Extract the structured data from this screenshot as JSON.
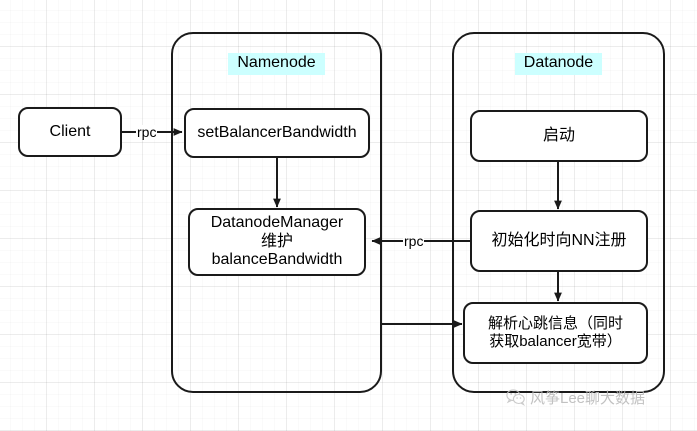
{
  "diagram": {
    "title": "HDFS setBalancerBandwidth flow",
    "colors": {
      "stroke": "#1a1a1a",
      "fill": "#ffffff",
      "title_highlight": "#ccffff",
      "grid_minor": "#f2f2f2",
      "grid_major": "#e0e0e0",
      "watermark": "#b9b9b9"
    },
    "nodes": {
      "client": {
        "label": "Client"
      },
      "namenode_container": {
        "title": "Namenode"
      },
      "datanode_container": {
        "title": "Datanode"
      },
      "set_balancer_bandwidth": {
        "label": "setBalancerBandwidth"
      },
      "datanode_manager": {
        "line1": "DatanodeManager",
        "line2": "维护",
        "line3": "balanceBandwidth"
      },
      "dn_start": {
        "label": "启动"
      },
      "dn_register": {
        "label": "初始化时向NN注册"
      },
      "dn_heartbeat": {
        "line1": "解析心跳信息（同时",
        "line2": "获取balancer宽带）"
      }
    },
    "edges": {
      "client_to_nn": {
        "label": "rpc"
      },
      "dn_register_to_dm": {
        "label": "rpc"
      },
      "sbb_to_dm": {
        "label": ""
      },
      "dn_start_to_register": {
        "label": ""
      },
      "dn_register_to_heartbeat": {
        "label": ""
      },
      "nn_to_dn_heartbeat": {
        "label": ""
      }
    },
    "watermark": {
      "icon": "wechat-icon",
      "text": "风筝Lee聊大数据"
    }
  }
}
